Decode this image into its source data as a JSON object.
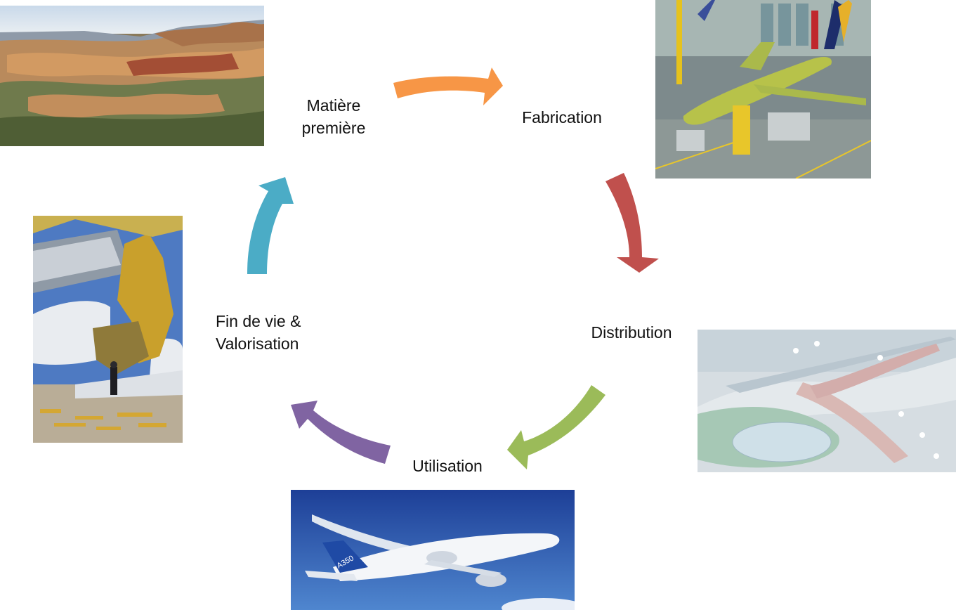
{
  "stages": [
    {
      "id": "matiere",
      "lines": [
        "Matière",
        "première"
      ],
      "arrow_color": "#f79646",
      "image": "open-pit-mine-photo"
    },
    {
      "id": "fabrication",
      "lines": [
        "Fabrication"
      ],
      "arrow_color": "#c0504d",
      "image": "aircraft-assembly-hangar-photo"
    },
    {
      "id": "distribution",
      "lines": [
        "Distribution"
      ],
      "arrow_color": "#9bbb59",
      "image": "airport-terminal-photo"
    },
    {
      "id": "utilisation",
      "lines": [
        "Utilisation"
      ],
      "arrow_color": "#8064a2",
      "image": "a350-airliner-flight-photo"
    },
    {
      "id": "fin",
      "lines": [
        "Fin de vie &",
        "Valorisation"
      ],
      "arrow_color": "#4bacc6",
      "image": "aircraft-dismantling-photo"
    }
  ],
  "aircraft_tail_text": "A350"
}
